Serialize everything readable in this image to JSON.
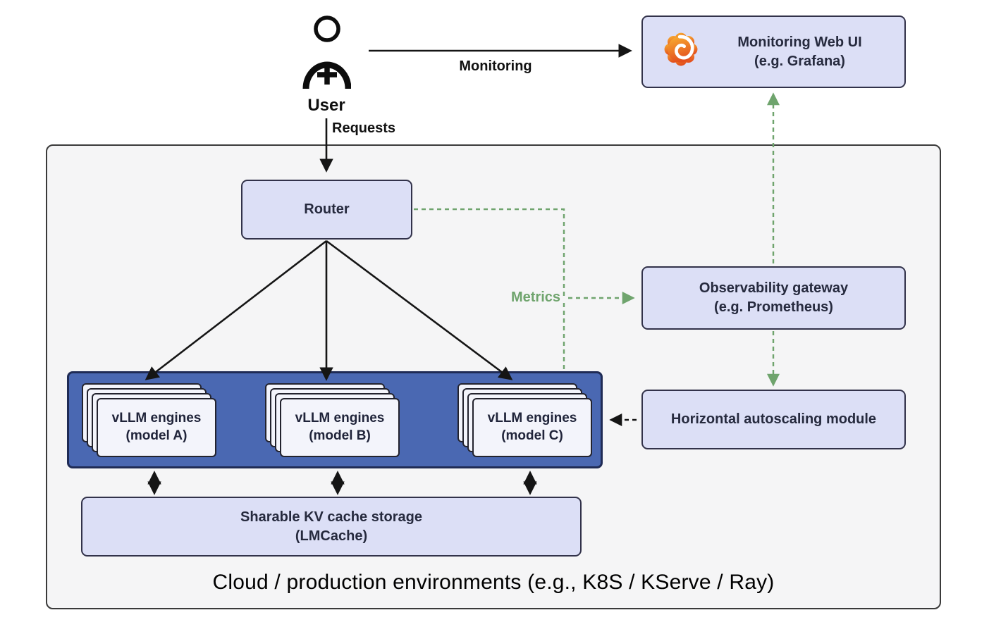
{
  "diagram": {
    "user": {
      "label": "User"
    },
    "labels": {
      "monitoring": "Monitoring",
      "requests": "Requests",
      "metrics": "Metrics"
    },
    "boxes": {
      "monitoring_ui": {
        "line1": "Monitoring Web UI",
        "line2": "(e.g. Grafana)"
      },
      "router": {
        "label": "Router"
      },
      "observability": {
        "line1": "Observability gateway",
        "line2": "(e.g. Prometheus)"
      },
      "autoscaler": {
        "label": "Horizontal autoscaling module"
      },
      "engines": [
        {
          "line1": "vLLM engines",
          "line2": "(model A)"
        },
        {
          "line1": "vLLM engines",
          "line2": "(model B)"
        },
        {
          "line1": "vLLM engines",
          "line2": "(model C)"
        }
      ],
      "kv_cache": {
        "line1": "Sharable KV cache storage",
        "line2": "(LMCache)"
      }
    },
    "environment_label": "Cloud / production environments (e.g., K8S / KServe / Ray)",
    "colors": {
      "box_fill": "#dcdff6",
      "box_border": "#32324a",
      "engines_fill": "#4a68b2",
      "green": "#6fa46d",
      "outer_fill": "#f5f5f6"
    },
    "icons": {
      "user": "user-add-icon",
      "grafana": "grafana-logo"
    }
  }
}
